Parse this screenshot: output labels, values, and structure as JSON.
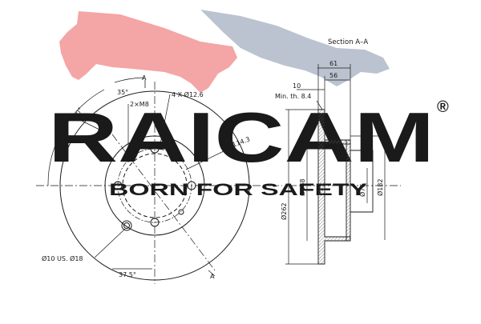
{
  "watermark": {
    "brand": "RAICAM",
    "registered_mark": "®",
    "slogan": "BORN FOR SAFETY",
    "brand_color": "#f08a8a",
    "cat_colors": [
      "#f4a5a5",
      "#bcc3d0"
    ],
    "logo_icon": "panther-icon"
  },
  "front_view": {
    "labels": {
      "section_marker_top": "A",
      "section_marker_bottom": "A",
      "angle_90": "90°",
      "angle_35": "35°",
      "screw_thread": "2×M8",
      "bolt_holes": "4 X Ø12.6",
      "pcd": "Ø114.3",
      "centre_bore": "Ø10 US. Ø18",
      "angle_37_5": "37.5°"
    }
  },
  "section_view": {
    "labels": {
      "title": "Section A–A",
      "dim_61": "61",
      "dim_56": "56",
      "dim_10": "10",
      "min_thickness": "Min. th. 8.4",
      "dia_262": "Ø262",
      "dia_168": "Ø168",
      "dia_76": "Ø76",
      "dia_182": "Ø182"
    }
  },
  "colors": {
    "line": "#1a1a1a",
    "hatch": "#666666"
  }
}
